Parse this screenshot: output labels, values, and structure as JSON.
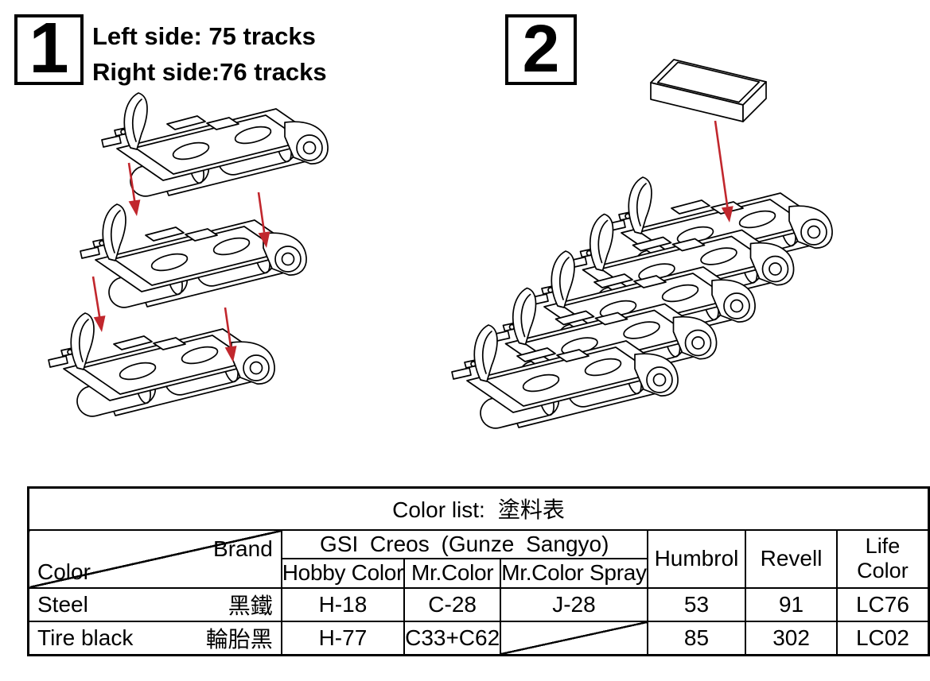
{
  "step1": {
    "number": "1",
    "note": {
      "line1": "Left side: 75 tracks",
      "line2": "Right side:76 tracks"
    }
  },
  "step2": {
    "number": "2"
  },
  "art": {
    "line_color": "#000000",
    "arrow_color": "#c1272d",
    "step1_track_links": 3,
    "step1_arrows": 4,
    "step2_track_links": 5,
    "step2_part": "weight-block"
  },
  "color_table": {
    "title": {
      "en": "Color list:",
      "zh": "塗料表"
    },
    "corner": {
      "top_right": "Brand",
      "bottom_left": "Color"
    },
    "gsi_group": "GSI Creos (Gunze Sangyo)",
    "gsi_columns": [
      "Hobby Color",
      "Mr.Color",
      "Mr.Color Spray"
    ],
    "other_columns": [
      "Humbrol",
      "Revell"
    ],
    "life_color": {
      "line1": "Life",
      "line2": "Color"
    },
    "rows": [
      {
        "name_en": "Steel",
        "name_zh": "黑鐵",
        "hobby_color": "H-18",
        "mr_color": "C-28",
        "mr_color_spray": "J-28",
        "humbrol": "53",
        "revell": "91",
        "life_color": "LC76"
      },
      {
        "name_en": "Tire black",
        "name_zh": "輪胎黑",
        "hobby_color": "H-77",
        "mr_color": "C33+C62",
        "mr_color_spray": "",
        "humbrol": "85",
        "revell": "302",
        "life_color": "LC02"
      }
    ]
  }
}
